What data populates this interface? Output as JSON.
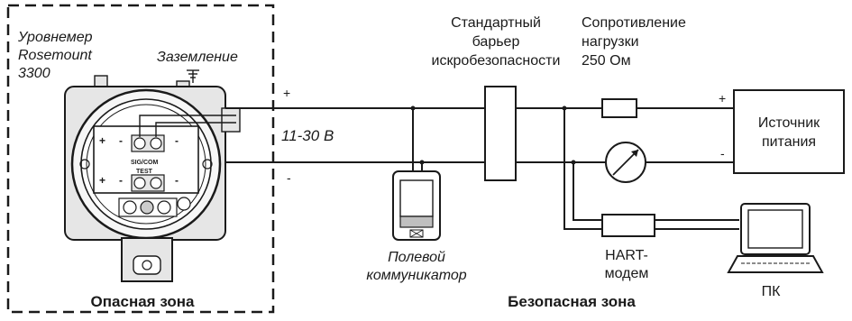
{
  "hazardous": {
    "device_title_lines": [
      "Уровнемер",
      "Rosemount",
      "3300"
    ],
    "ground_label": "Заземление",
    "terminal_labels": {
      "sig_com": "SIG/COM",
      "test": "TEST"
    },
    "zone_label": "Опасная зона"
  },
  "wiring": {
    "plus": "+",
    "minus": "-",
    "voltage": "11-30 В"
  },
  "communicator": {
    "label_lines": [
      "Полевой",
      "коммуникатор"
    ]
  },
  "barrier": {
    "label_lines": [
      "Стандартный",
      "барьер",
      "искробезопасности"
    ]
  },
  "resistor": {
    "label_lines": [
      "Сопротивление",
      "нагрузки",
      "250 Ом"
    ]
  },
  "power_supply": {
    "label_lines": [
      "Источник",
      "питания"
    ],
    "plus": "+",
    "minus": "-"
  },
  "hart_modem": {
    "label_lines": [
      "HART-",
      "модем"
    ]
  },
  "pc": {
    "label": "ПК"
  },
  "safe_zone_label": "Безопасная зона",
  "colors": {
    "line": "#1a1a1a",
    "background": "#ffffff",
    "device_fill": "#e6e6e6"
  }
}
